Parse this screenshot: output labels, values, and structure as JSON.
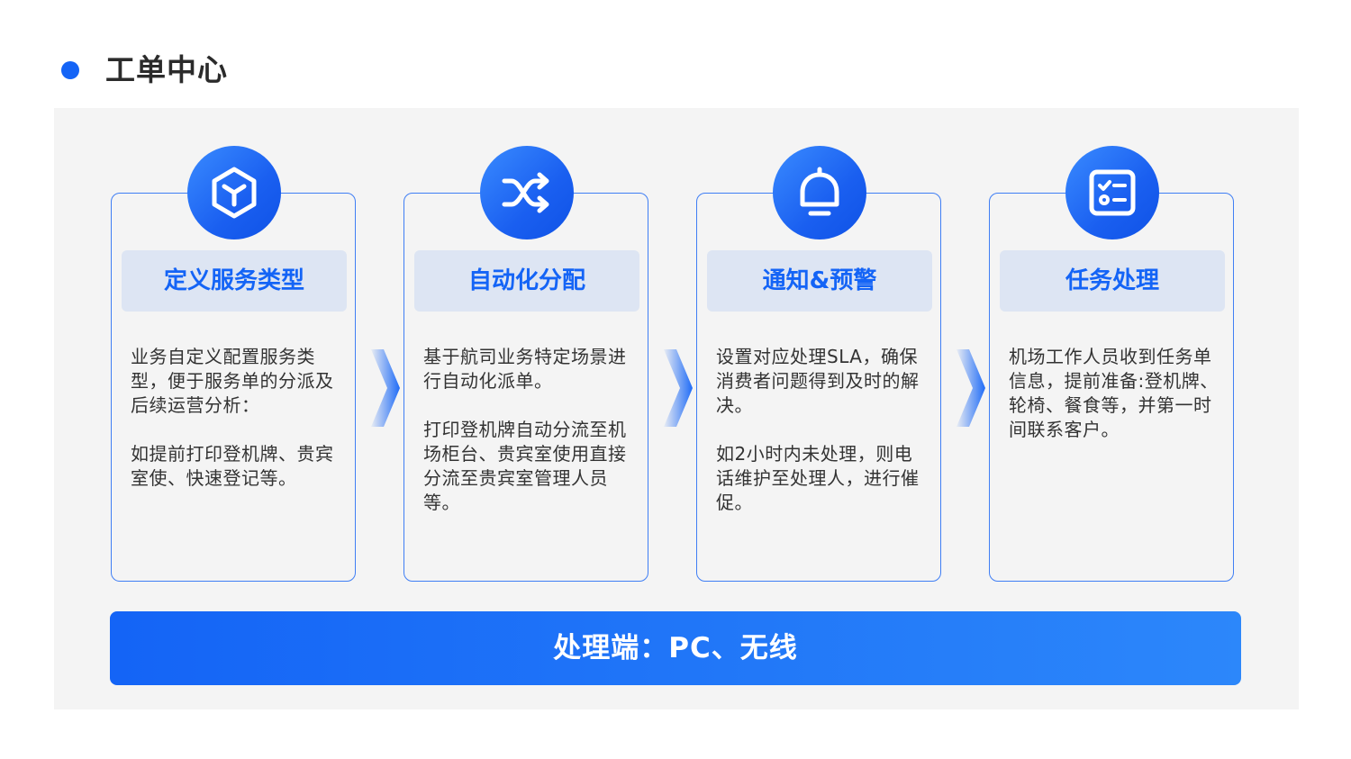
{
  "page_title": "工单中心",
  "cards": [
    {
      "icon": "cube-icon",
      "title": "定义服务类型",
      "paragraphs": [
        "业务自定义配置服务类型，便于服务单的分派及后续运营分析：",
        "如提前打印登机牌、贵宾室使、快速登记等。"
      ]
    },
    {
      "icon": "shuffle-icon",
      "title": "自动化分配",
      "paragraphs": [
        "基于航司业务特定场景进行自动化派单。",
        "打印登机牌自动分流至机场柜台、贵宾室使用直接分流至贵宾室管理人员等。"
      ]
    },
    {
      "icon": "bell-icon",
      "title": "通知&预警",
      "paragraphs": [
        "设置对应处理SLA，确保消费者问题得到及时的解决。",
        "如2小时内未处理，则电话维护至处理人，进行催促。"
      ]
    },
    {
      "icon": "checklist-icon",
      "title": "任务处理",
      "paragraphs": [
        "机场工作人员收到任务单信息，提前准备:登机牌、轮椅、餐食等，并第一时间联系客户。"
      ]
    }
  ],
  "bottom_bar": "处理端：PC、无线",
  "colors": {
    "accent": "#1464f6",
    "header_bg": "#dde5f3",
    "panel_bg": "#f4f4f4",
    "text": "#333333"
  }
}
